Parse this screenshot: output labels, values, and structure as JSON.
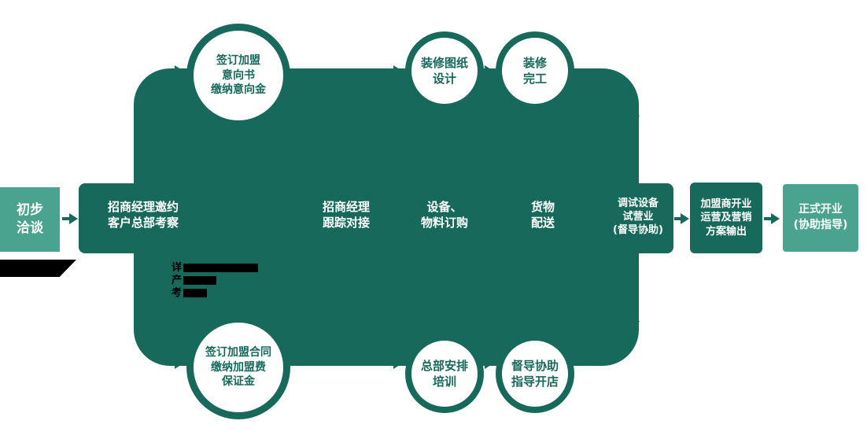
{
  "colors": {
    "dark_teal": "#17695B",
    "light_teal": "#4AA38E",
    "text_on_dark": "#FFFFFF",
    "circle_text": "#17695B",
    "note_black": "#000000"
  },
  "start_node": {
    "lines": [
      "初步",
      "洽谈"
    ]
  },
  "band": {
    "stages": [
      {
        "lines": [
          "招商经理邀约",
          "客户总部考察"
        ]
      },
      {
        "lines": [
          "招商经理",
          "跟踪对接"
        ]
      },
      {
        "lines": [
          "设备、",
          "物料订购"
        ]
      },
      {
        "lines": [
          "货物",
          "配送"
        ]
      },
      {
        "lines": [
          "调试设备",
          "试营业",
          "(督导协助)"
        ]
      }
    ]
  },
  "circles": {
    "top": [
      {
        "lines": [
          "签订加盟",
          "意向书",
          "缴纳意向金"
        ]
      },
      {
        "lines": [
          "装修图纸",
          "设计"
        ]
      },
      {
        "lines": [
          "装修",
          "完工"
        ]
      }
    ],
    "bottom": [
      {
        "lines": [
          "签订加盟合同",
          "缴纳加盟费",
          "保证金"
        ]
      },
      {
        "lines": [
          "总部安排",
          "培训"
        ]
      },
      {
        "lines": [
          "督导协助",
          "指导开店"
        ]
      }
    ]
  },
  "output_node": {
    "lines": [
      "加盟商开业",
      "运营及营销",
      "方案输出"
    ]
  },
  "final_node": {
    "lines": [
      "正式开业",
      "(协助指导)"
    ]
  },
  "note": {
    "lines": [
      {
        "prefix": "详"
      },
      {
        "prefix": "产"
      },
      {
        "prefix": "考"
      }
    ]
  }
}
